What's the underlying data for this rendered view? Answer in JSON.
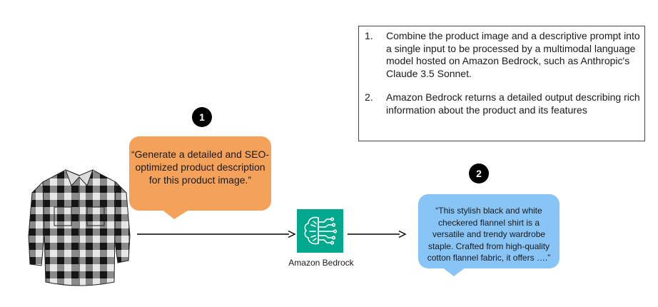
{
  "notes": {
    "steps": [
      {
        "number": "1.",
        "text": "Combine the product image and a descriptive prompt into a single input to be processed by a multimodal language model hosted on Amazon Bedrock, such as Anthropic's Claude 3.5 Sonnet."
      },
      {
        "number": "2.",
        "text": "Amazon Bedrock returns a detailed output describing rich information about the product and its features"
      }
    ]
  },
  "badges": {
    "step1": "1",
    "step2": "2"
  },
  "prompt_bubble": {
    "text": "“Generate a detailed and SEO-optimized product description for this product image.”",
    "color": "#f4a15a"
  },
  "output_bubble": {
    "text": "“This stylish black and white checkered flannel shirt is a versatile and trendy wardrobe staple. Crafted from high-quality cotton flannel fabric, it offers ….”",
    "color": "#88c4f5"
  },
  "bedrock": {
    "label": "Amazon Bedrock",
    "icon": "brain-circuit-icon",
    "color": "#01a88d"
  },
  "product": {
    "icon": "plaid-shirt-image"
  }
}
